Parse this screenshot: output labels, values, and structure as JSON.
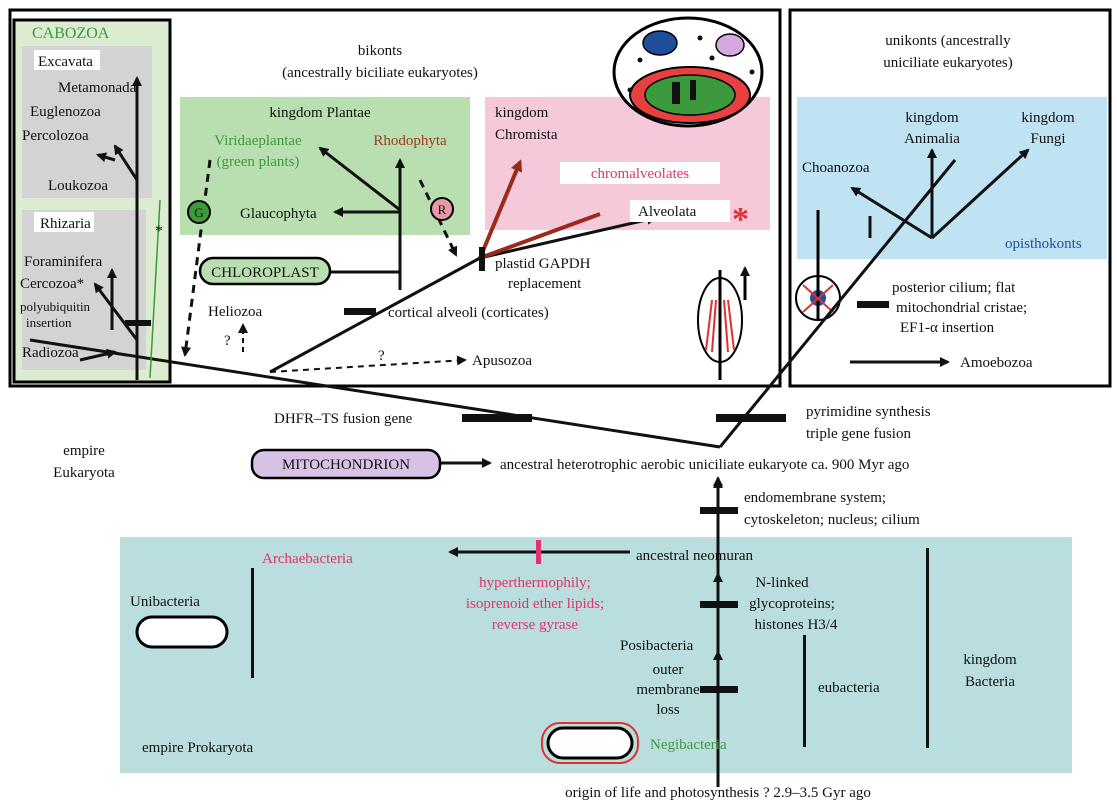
{
  "colors": {
    "green_text": "#3c9a3c",
    "red_text": "#a33a1f",
    "magenta_text": "#e0336e",
    "plantae_fill": "#b9dfb0",
    "chromista_fill": "#f5c9d9",
    "opistho_fill": "#bfe3f3",
    "gray_fill": "#d3d3d3",
    "cabozoa_fill": "#dcecd0",
    "prokaryota_fill": "#b9dedd",
    "mitochondrion_fill": "#d7c2e6"
  },
  "labels": {
    "cabozoa": "CABOZOA",
    "excavata": "Excavata",
    "metamonada": "Metamonada",
    "euglenozoa": "Euglenozoa",
    "percolozoa": "Percolozoa",
    "loukozoa": "Loukozoa",
    "rhizaria": "Rhizaria",
    "foraminifera": "Foraminifera",
    "cercozoa": "Cercozoa*",
    "polyubiquitin_1": "polyubiquitin",
    "polyubiquitin_2": "insertion",
    "radiozoa": "Radiozoa",
    "star_small": "*",
    "bikonts_1": "bikonts",
    "bikonts_2": "(ancestrally biciliate eukaryotes)",
    "plantae_title": "kingdom Plantae",
    "viridaeplantae_1": "Viridaeplantae",
    "viridaeplantae_2": "(green plants)",
    "rhodophyta": "Rhodophyta",
    "glaucophyta": "Glaucophyta",
    "g_marker": "G",
    "r_marker": "R",
    "chloroplast": "CHLOROPLAST",
    "heliozoa": "Heliozoa",
    "question": "?",
    "apusozoa": "Apusozoa",
    "chromista_1": "kingdom",
    "chromista_2": "Chromista",
    "chromalveolates": "chromalveolates",
    "alveolata": "Alveolata",
    "star_red": "*",
    "gapdh_1": "plastid GAPDH",
    "gapdh_2": "replacement",
    "cortical": "cortical alveoli (corticates)",
    "unikonts_1": "unikonts (ancestrally",
    "unikonts_2": "uniciliate eukaryotes)",
    "animalia_1": "kingdom",
    "animalia_2": "Animalia",
    "fungi_1": "kingdom",
    "fungi_2": "Fungi",
    "choanozoa": "Choanozoa",
    "opisthokonts": "opisthokonts",
    "posterior_1": "posterior cilium; flat",
    "posterior_2": "mitochondrial cristae;",
    "posterior_3": "EF1-α insertion",
    "amoebozoa": "Amoebozoa",
    "dhfr": "DHFR–TS fusion gene",
    "pyrimidine_1": "pyrimidine synthesis",
    "pyrimidine_2": "triple gene fusion",
    "empire_eukaryota_1": "empire",
    "empire_eukaryota_2": "Eukaryota",
    "mitochondrion": "MITOCHONDRION",
    "ancestral_euk": "ancestral heterotrophic aerobic uniciliate eukaryote ca. 900 Myr ago",
    "endomembrane_1": "endomembrane system;",
    "endomembrane_2": "cytoskeleton; nucleus; cilium",
    "archaebacteria": "Archaebacteria",
    "ancestral_neomuran": "ancestral neomuran",
    "hyper_1": "hyperthermophily;",
    "hyper_2": "isoprenoid ether lipids;",
    "hyper_3": "reverse gyrase",
    "nlinked_1": "N-linked",
    "nlinked_2": "glycoproteins;",
    "nlinked_3": "histones H3/4",
    "unibacteria": "Unibacteria",
    "posibacteria": "Posibacteria",
    "outer_1": "outer",
    "outer_2": "membrane",
    "outer_3": "loss",
    "eubacteria": "eubacteria",
    "kingdom_bacteria_1": "kingdom",
    "kingdom_bacteria_2": "Bacteria",
    "negibacteria": "Negibacteria",
    "empire_prokaryota": "empire Prokaryota",
    "origin": "origin of life and photosynthesis ? 2.9–3.5 Gyr ago"
  }
}
